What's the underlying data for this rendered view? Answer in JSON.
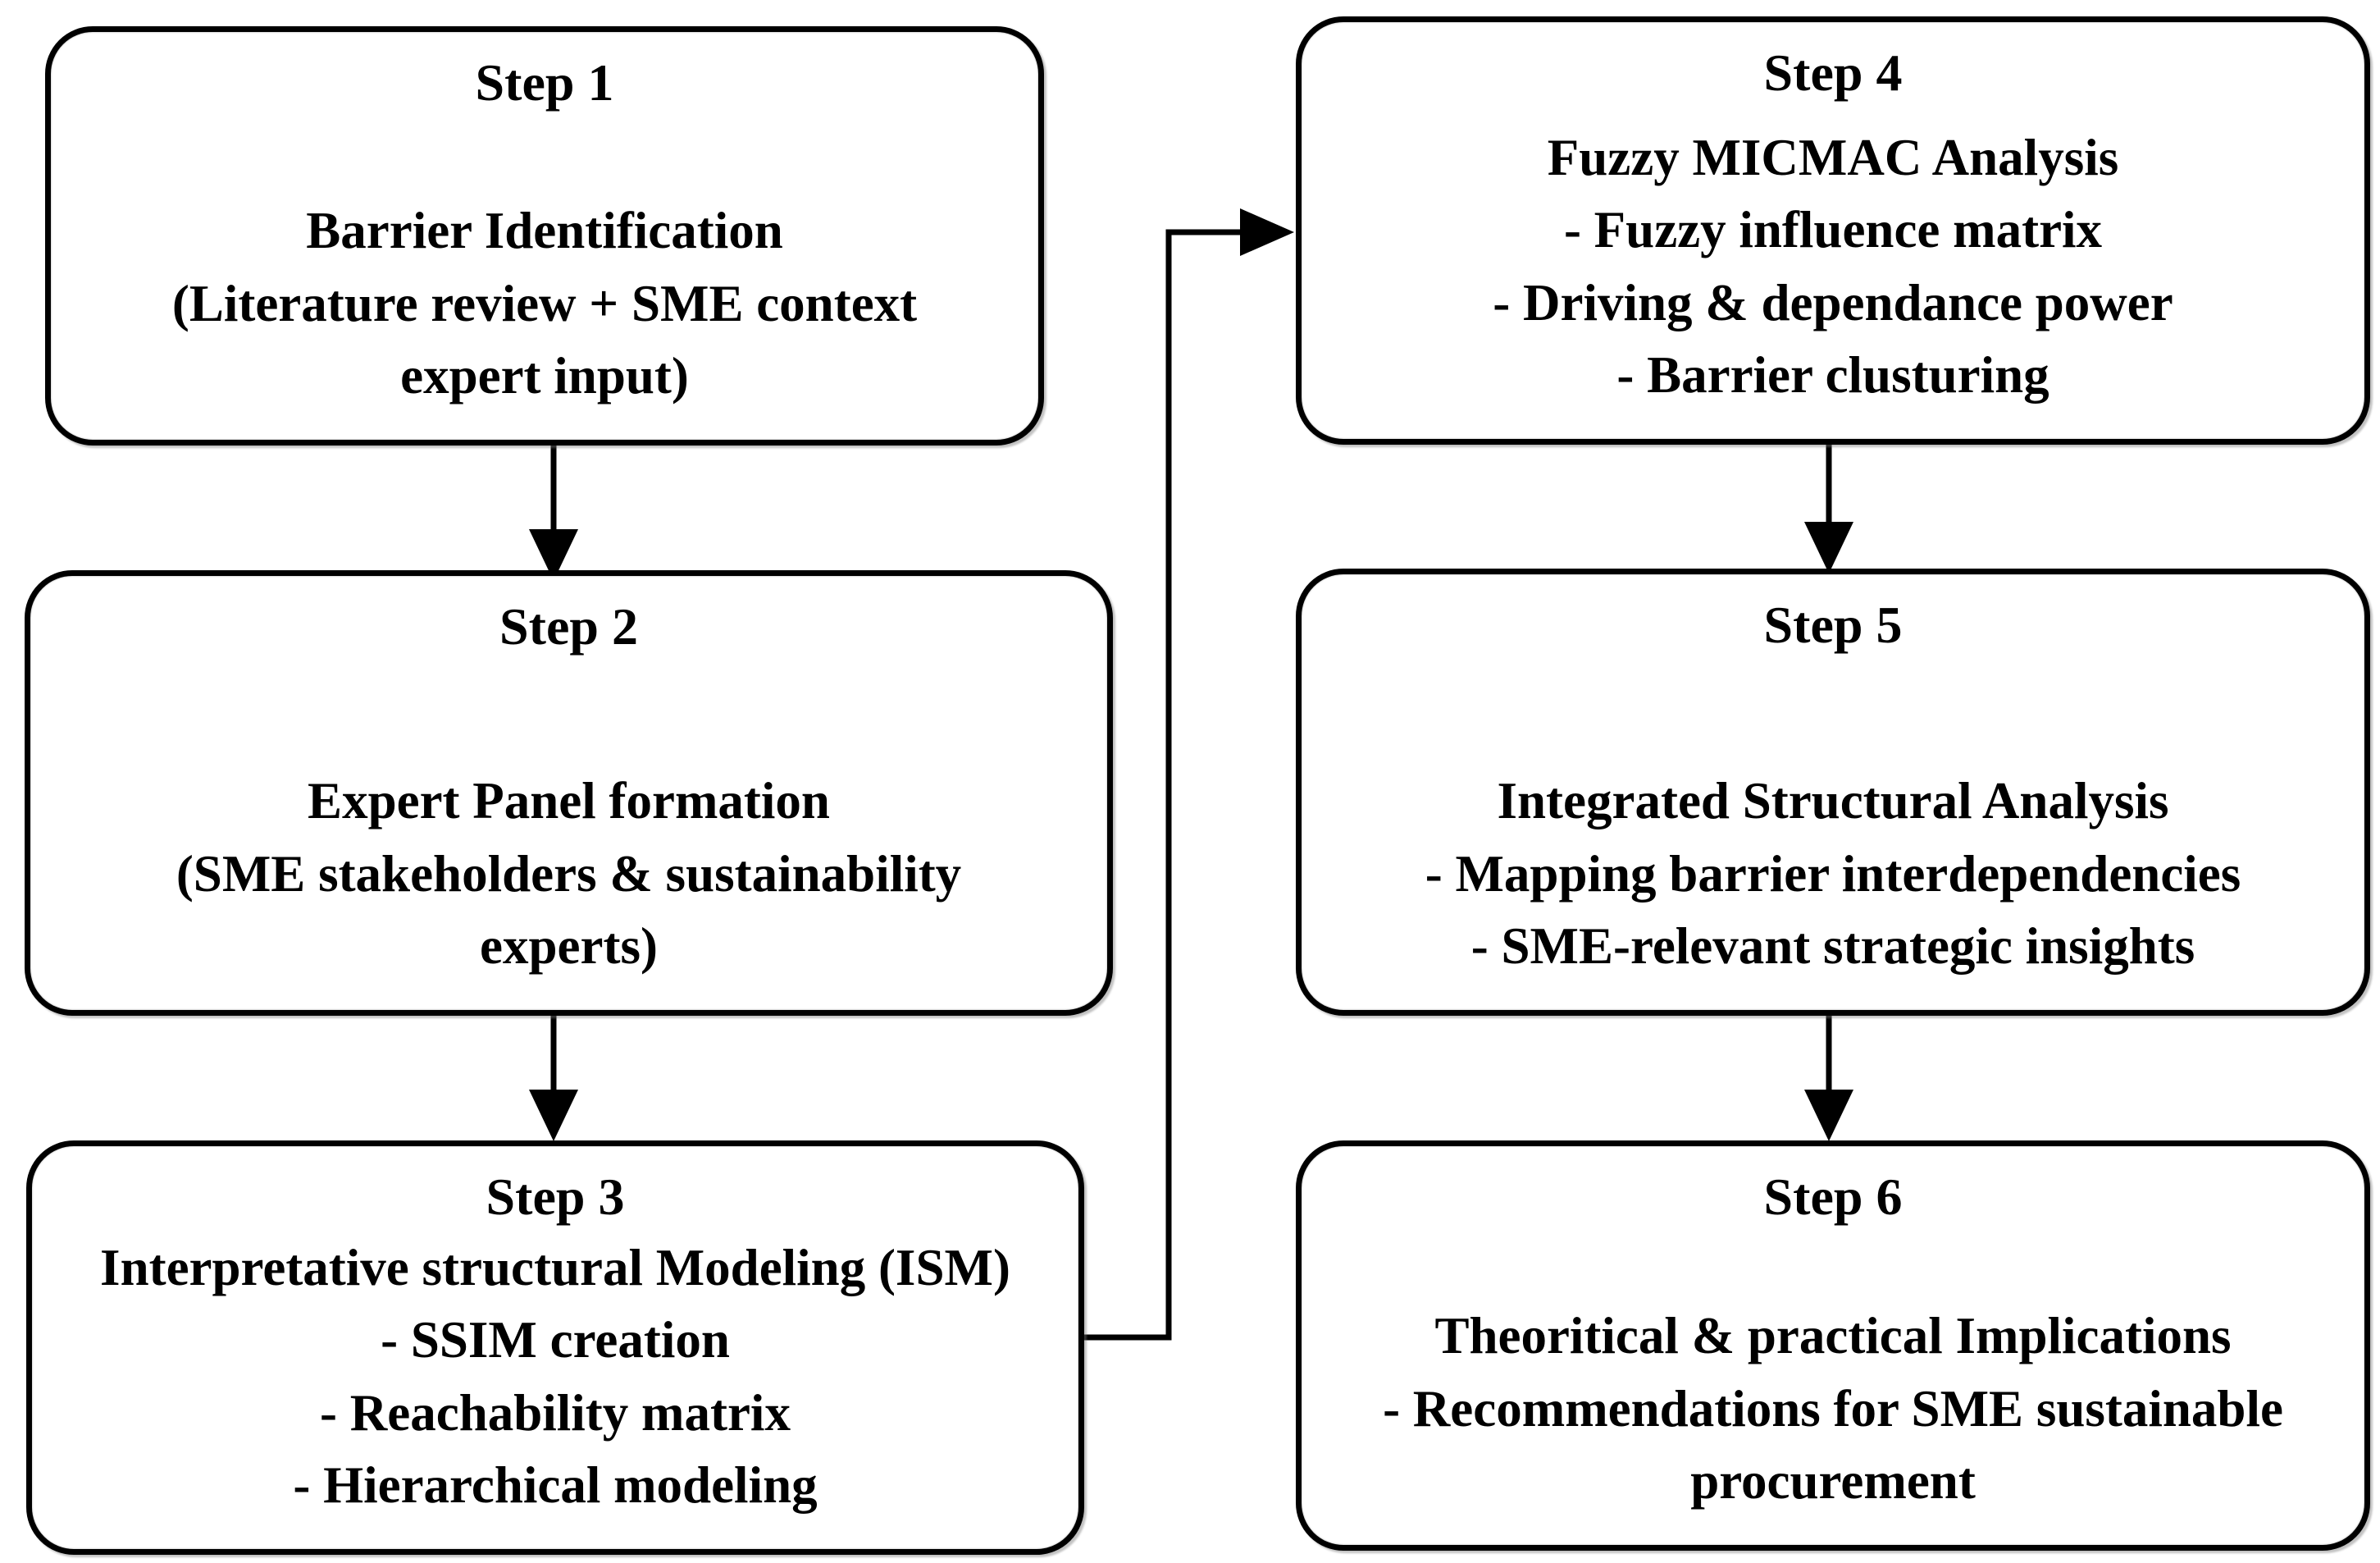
{
  "diagram": {
    "type": "flowchart",
    "background_color": "#ffffff",
    "line_color": "#000000",
    "text_color": "#000000",
    "steps": [
      {
        "title": "Step 1",
        "lines": [
          "Barrier Identification",
          "(Literature review + SME context",
          "expert input)"
        ]
      },
      {
        "title": "Step 2",
        "lines": [
          "Expert Panel formation",
          "(SME stakeholders & sustainability",
          "experts)"
        ]
      },
      {
        "title": "Step 3",
        "lines": [
          "Interpretative structural Modeling (ISM)",
          "- SSIM creation",
          "- Reachability matrix",
          "- Hierarchical modeling"
        ]
      },
      {
        "title": "Step 4",
        "lines": [
          "Fuzzy MICMAC Analysis",
          "- Fuzzy influence matrix",
          "- Driving & dependance power",
          "- Barrier clusturing"
        ]
      },
      {
        "title": "Step 5",
        "lines": [
          "Integrated Structural Analysis",
          "- Mapping barrier interdependencies",
          "- SME-relevant strategic insights"
        ]
      },
      {
        "title": "Step 6",
        "lines": [
          "Theoritical & practical Implications",
          "- Recommendations for SME sustainable",
          "procurement"
        ]
      }
    ],
    "connections": [
      {
        "from": "Step 1",
        "to": "Step 2",
        "style": "straight-down-arrow"
      },
      {
        "from": "Step 2",
        "to": "Step 3",
        "style": "straight-down-arrow"
      },
      {
        "from": "Step 3",
        "to": "Step 4",
        "style": "elbow-right-up-right-arrow"
      },
      {
        "from": "Step 4",
        "to": "Step 5",
        "style": "straight-down-arrow"
      },
      {
        "from": "Step 5",
        "to": "Step 6",
        "style": "straight-down-arrow"
      }
    ]
  }
}
